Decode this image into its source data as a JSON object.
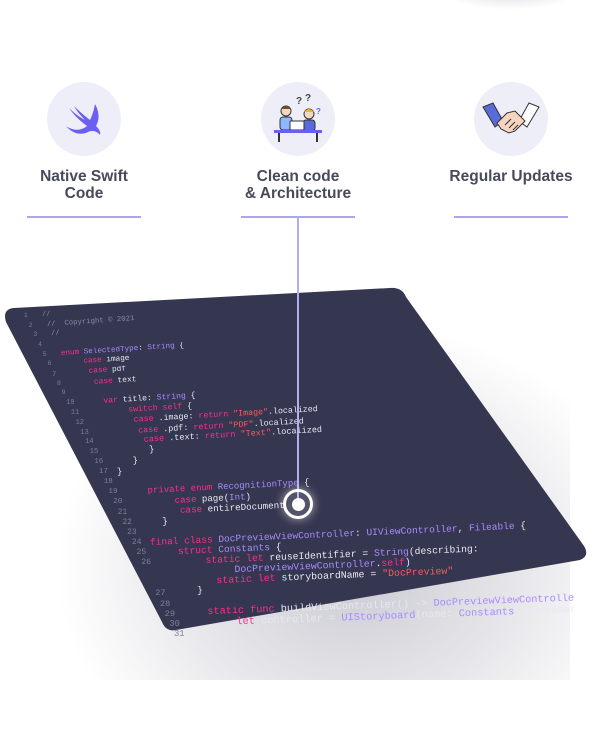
{
  "features": [
    {
      "title": "Native Swift\nCode",
      "icon": "swift-logo-icon"
    },
    {
      "title": "Clean code\n& Architecture",
      "icon": "developers-question-icon"
    },
    {
      "title": "Regular Updates",
      "icon": "handshake-icon"
    }
  ],
  "colors": {
    "title_text": "#474a5a",
    "accent_line": "#aaa6ea",
    "icon_circle": "#eeeef8",
    "editor_bg": "#35364f",
    "keyword": "#ff2e8a",
    "type": "#a88bff",
    "string": "#ff5a5a"
  },
  "code_lines": [
    {
      "n": "1",
      "t": "//"
    },
    {
      "n": "2",
      "t": "//  Copyright © 2021"
    },
    {
      "n": "3",
      "t": "//"
    },
    {
      "n": "4",
      "t": ""
    },
    {
      "n": "5",
      "t": "enum SelectedType: String {"
    },
    {
      "n": "6",
      "t": "    case image"
    },
    {
      "n": "7",
      "t": "    case pdf"
    },
    {
      "n": "8",
      "t": "    case text"
    },
    {
      "n": "9",
      "t": ""
    },
    {
      "n": "10",
      "t": "    var title: String {"
    },
    {
      "n": "11",
      "t": "        switch self {"
    },
    {
      "n": "12",
      "t": "        case .image: return \"Image\".localized"
    },
    {
      "n": "13",
      "t": "        case .pdf: return \"PDF\".localized"
    },
    {
      "n": "14",
      "t": "        case .text: return \"Text\".localized"
    },
    {
      "n": "15",
      "t": "        }"
    },
    {
      "n": "16",
      "t": "    }"
    },
    {
      "n": "17",
      "t": "}"
    },
    {
      "n": "18",
      "t": ""
    },
    {
      "n": "19",
      "t": "    private enum RecognitionType {"
    },
    {
      "n": "20",
      "t": "        case page(Int)"
    },
    {
      "n": "21",
      "t": "        case entireDocument"
    },
    {
      "n": "22",
      "t": "    }"
    },
    {
      "n": "23",
      "t": ""
    },
    {
      "n": "24",
      "t": "final class DocPreviewViewController: UIViewController, Fileable {"
    },
    {
      "n": "25",
      "t": "    struct Constants {"
    },
    {
      "n": "26",
      "t": "        static let reuseIdentifier = String(describing:"
    },
    {
      "n": "",
      "t": "            DocPreviewViewController.self)"
    },
    {
      "n": "",
      "t": "        static let storyboardName = \"DocPreview\""
    },
    {
      "n": "27",
      "t": "    }"
    },
    {
      "n": "28",
      "t": ""
    },
    {
      "n": "29",
      "t": "    static func buildViewController() -> DocPreviewViewController {"
    },
    {
      "n": "30",
      "t": "        let controller = UIStoryboard(name: Constants.storyboardName,"
    },
    {
      "n": "31",
      "t": ""
    }
  ]
}
